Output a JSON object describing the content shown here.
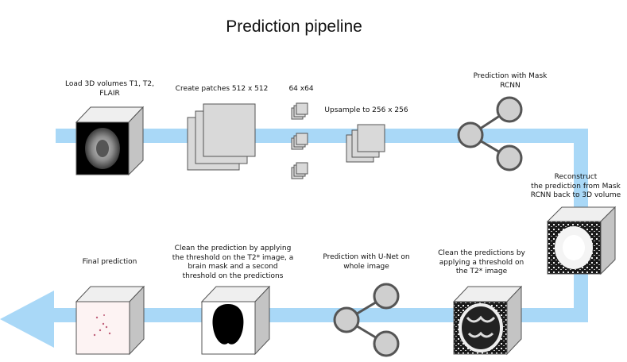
{
  "title": "Prediction pipeline",
  "labels": {
    "load": "Load 3D volumes T1, T2,\nFLAIR",
    "patches": "Create patches 512 x 512",
    "small_patches": "64 x64",
    "upsample": "Upsample to 256 x 256",
    "mask_rcnn": "Prediction with Mask\nRCNN",
    "reconstruct": "Reconstruct\nthe prediction from Mask\nRCNN back to 3D volume",
    "threshold_t2": "Clean the predictions by\napplying a threshold on\nthe T2* image",
    "unet": "Prediction with U-Net on\nwhole image",
    "clean_brain": "Clean the prediction by applying\nthe threshold on the T2* image, a\nbrain mask and a second\nthreshold on the predictions",
    "final": "Final prediction"
  },
  "colors": {
    "flow": "#a9d8f7",
    "box": "#d9d9d9",
    "box_top": "#efefef",
    "box_side": "#c4c4c4",
    "node": "#cfcfcf",
    "node_stroke": "#555555"
  }
}
